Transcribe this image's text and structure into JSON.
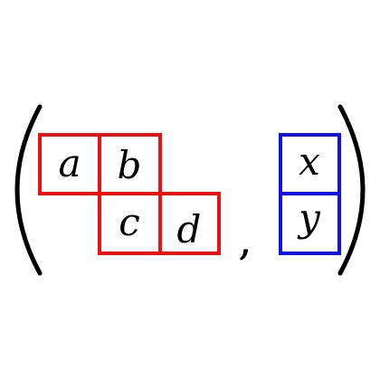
{
  "diagram": {
    "left_group": {
      "color": "#ee1111",
      "cells": [
        "a",
        "b",
        "c",
        "d"
      ]
    },
    "separator": ",",
    "right_group": {
      "color": "#1111ee",
      "cells": [
        "x",
        "y"
      ]
    }
  }
}
